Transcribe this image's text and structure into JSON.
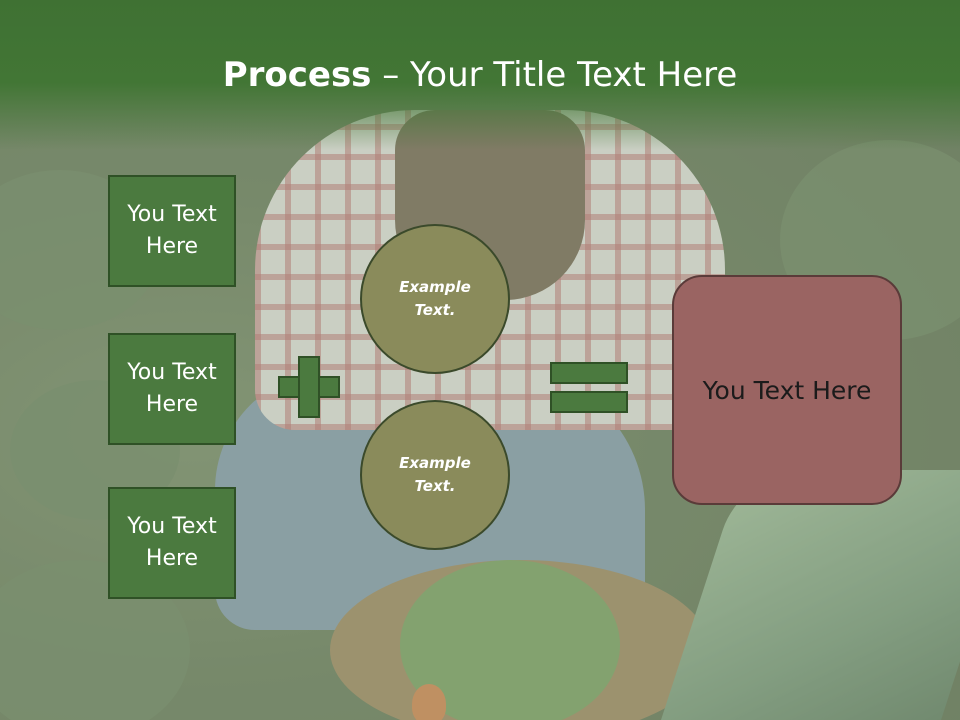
{
  "title": {
    "bold": "Process",
    "rest": " – Your Title Text Here"
  },
  "left_boxes": [
    {
      "label": "You Text Here"
    },
    {
      "label": "You Text Here"
    },
    {
      "label": "You Text Here"
    }
  ],
  "circles": [
    {
      "label": "Example Text."
    },
    {
      "label": "Example Text."
    }
  ],
  "result": {
    "label": "You Text Here"
  },
  "colors": {
    "title_bar": "#427635",
    "box_fill": "#4b7a3f",
    "circle_fill": "#8a8b5b",
    "result_fill": "#9a6462"
  }
}
